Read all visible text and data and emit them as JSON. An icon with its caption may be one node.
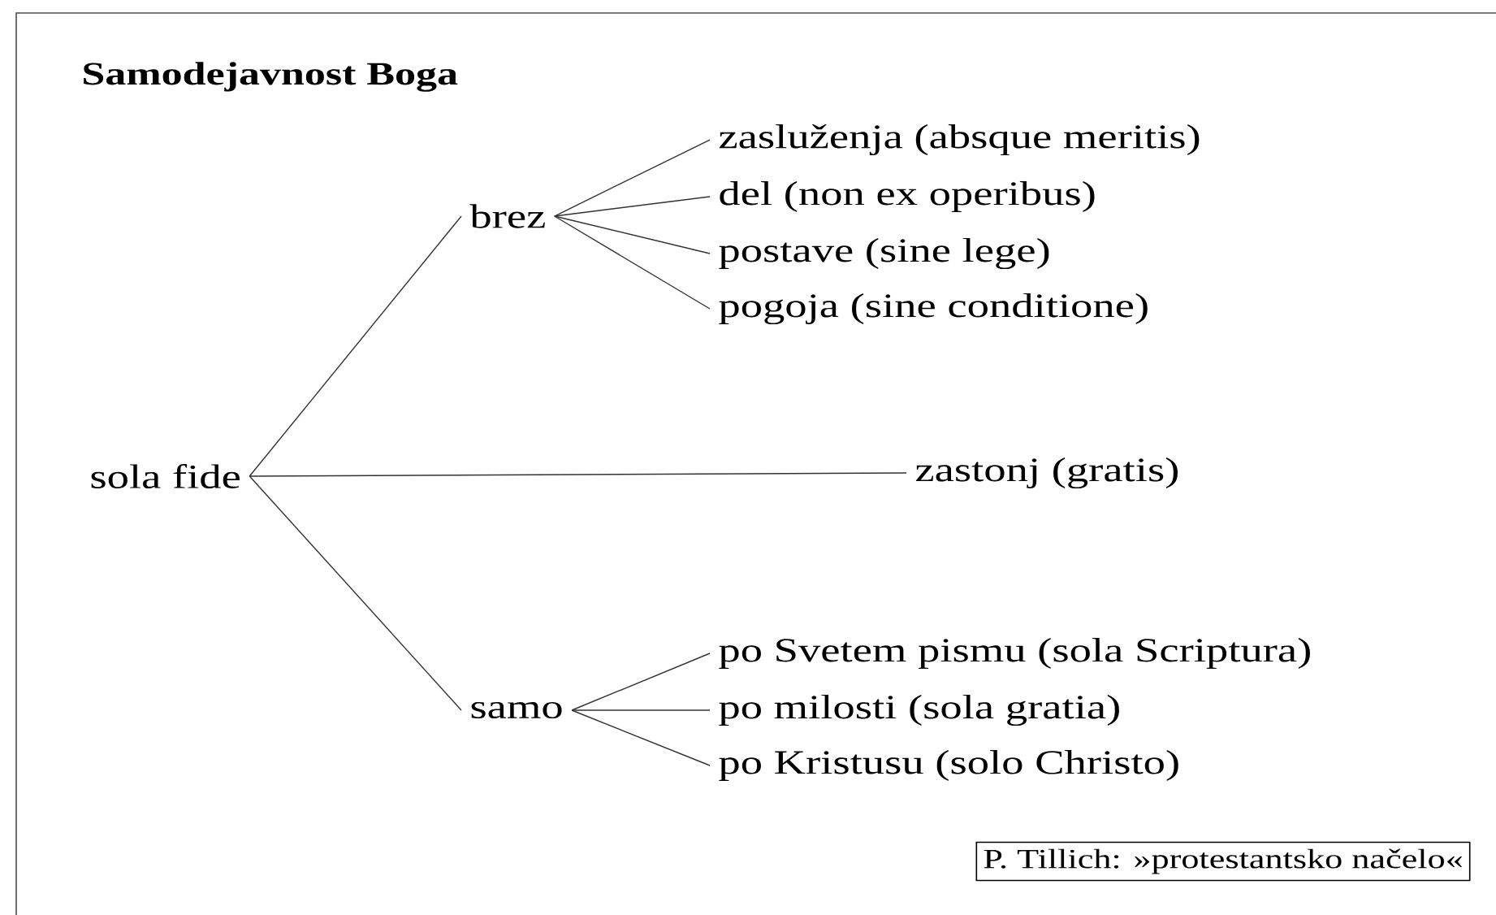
{
  "diagram": {
    "title": "Samodejavnost Boga",
    "nodes": [
      {
        "text": [
          "sola fide"
        ]
      },
      {
        "text": [
          "brez"
        ]
      },
      {
        "text": [
          "zasluženja (absque meritis)"
        ]
      },
      {
        "text": [
          "del (non ex operibus)"
        ]
      },
      {
        "text": [
          "postave (sine lege)"
        ]
      },
      {
        "text": [
          "pogoja (sine conditione)"
        ]
      },
      {
        "text": [
          "zastonj (gratis)"
        ]
      },
      {
        "text": [
          "samo"
        ]
      },
      {
        "text": [
          "po Svetem pismu (sola Scriptura)"
        ]
      },
      {
        "text": [
          "po milosti (sola gratia)"
        ]
      },
      {
        "text": [
          "po Kristusu (solo Christo)"
        ]
      },
      {
        "text": [
          "P. Tillich: »protestantsko načelo«"
        ]
      }
    ],
    "edges": [
      {
        "from": 0,
        "to": 1,
        "arrow": "none"
      },
      {
        "from": 1,
        "to": 2,
        "arrow": "none"
      },
      {
        "from": 1,
        "to": 3,
        "arrow": "none"
      },
      {
        "from": 1,
        "to": 4,
        "arrow": "none"
      },
      {
        "from": 1,
        "to": 5,
        "arrow": "none"
      },
      {
        "from": 0,
        "to": 6,
        "arrow": "none"
      },
      {
        "from": 0,
        "to": 7,
        "arrow": "none"
      },
      {
        "from": 7,
        "to": 8,
        "arrow": "none"
      },
      {
        "from": 7,
        "to": 9,
        "arrow": "none"
      },
      {
        "from": 7,
        "to": 10,
        "arrow": "none"
      }
    ]
  }
}
